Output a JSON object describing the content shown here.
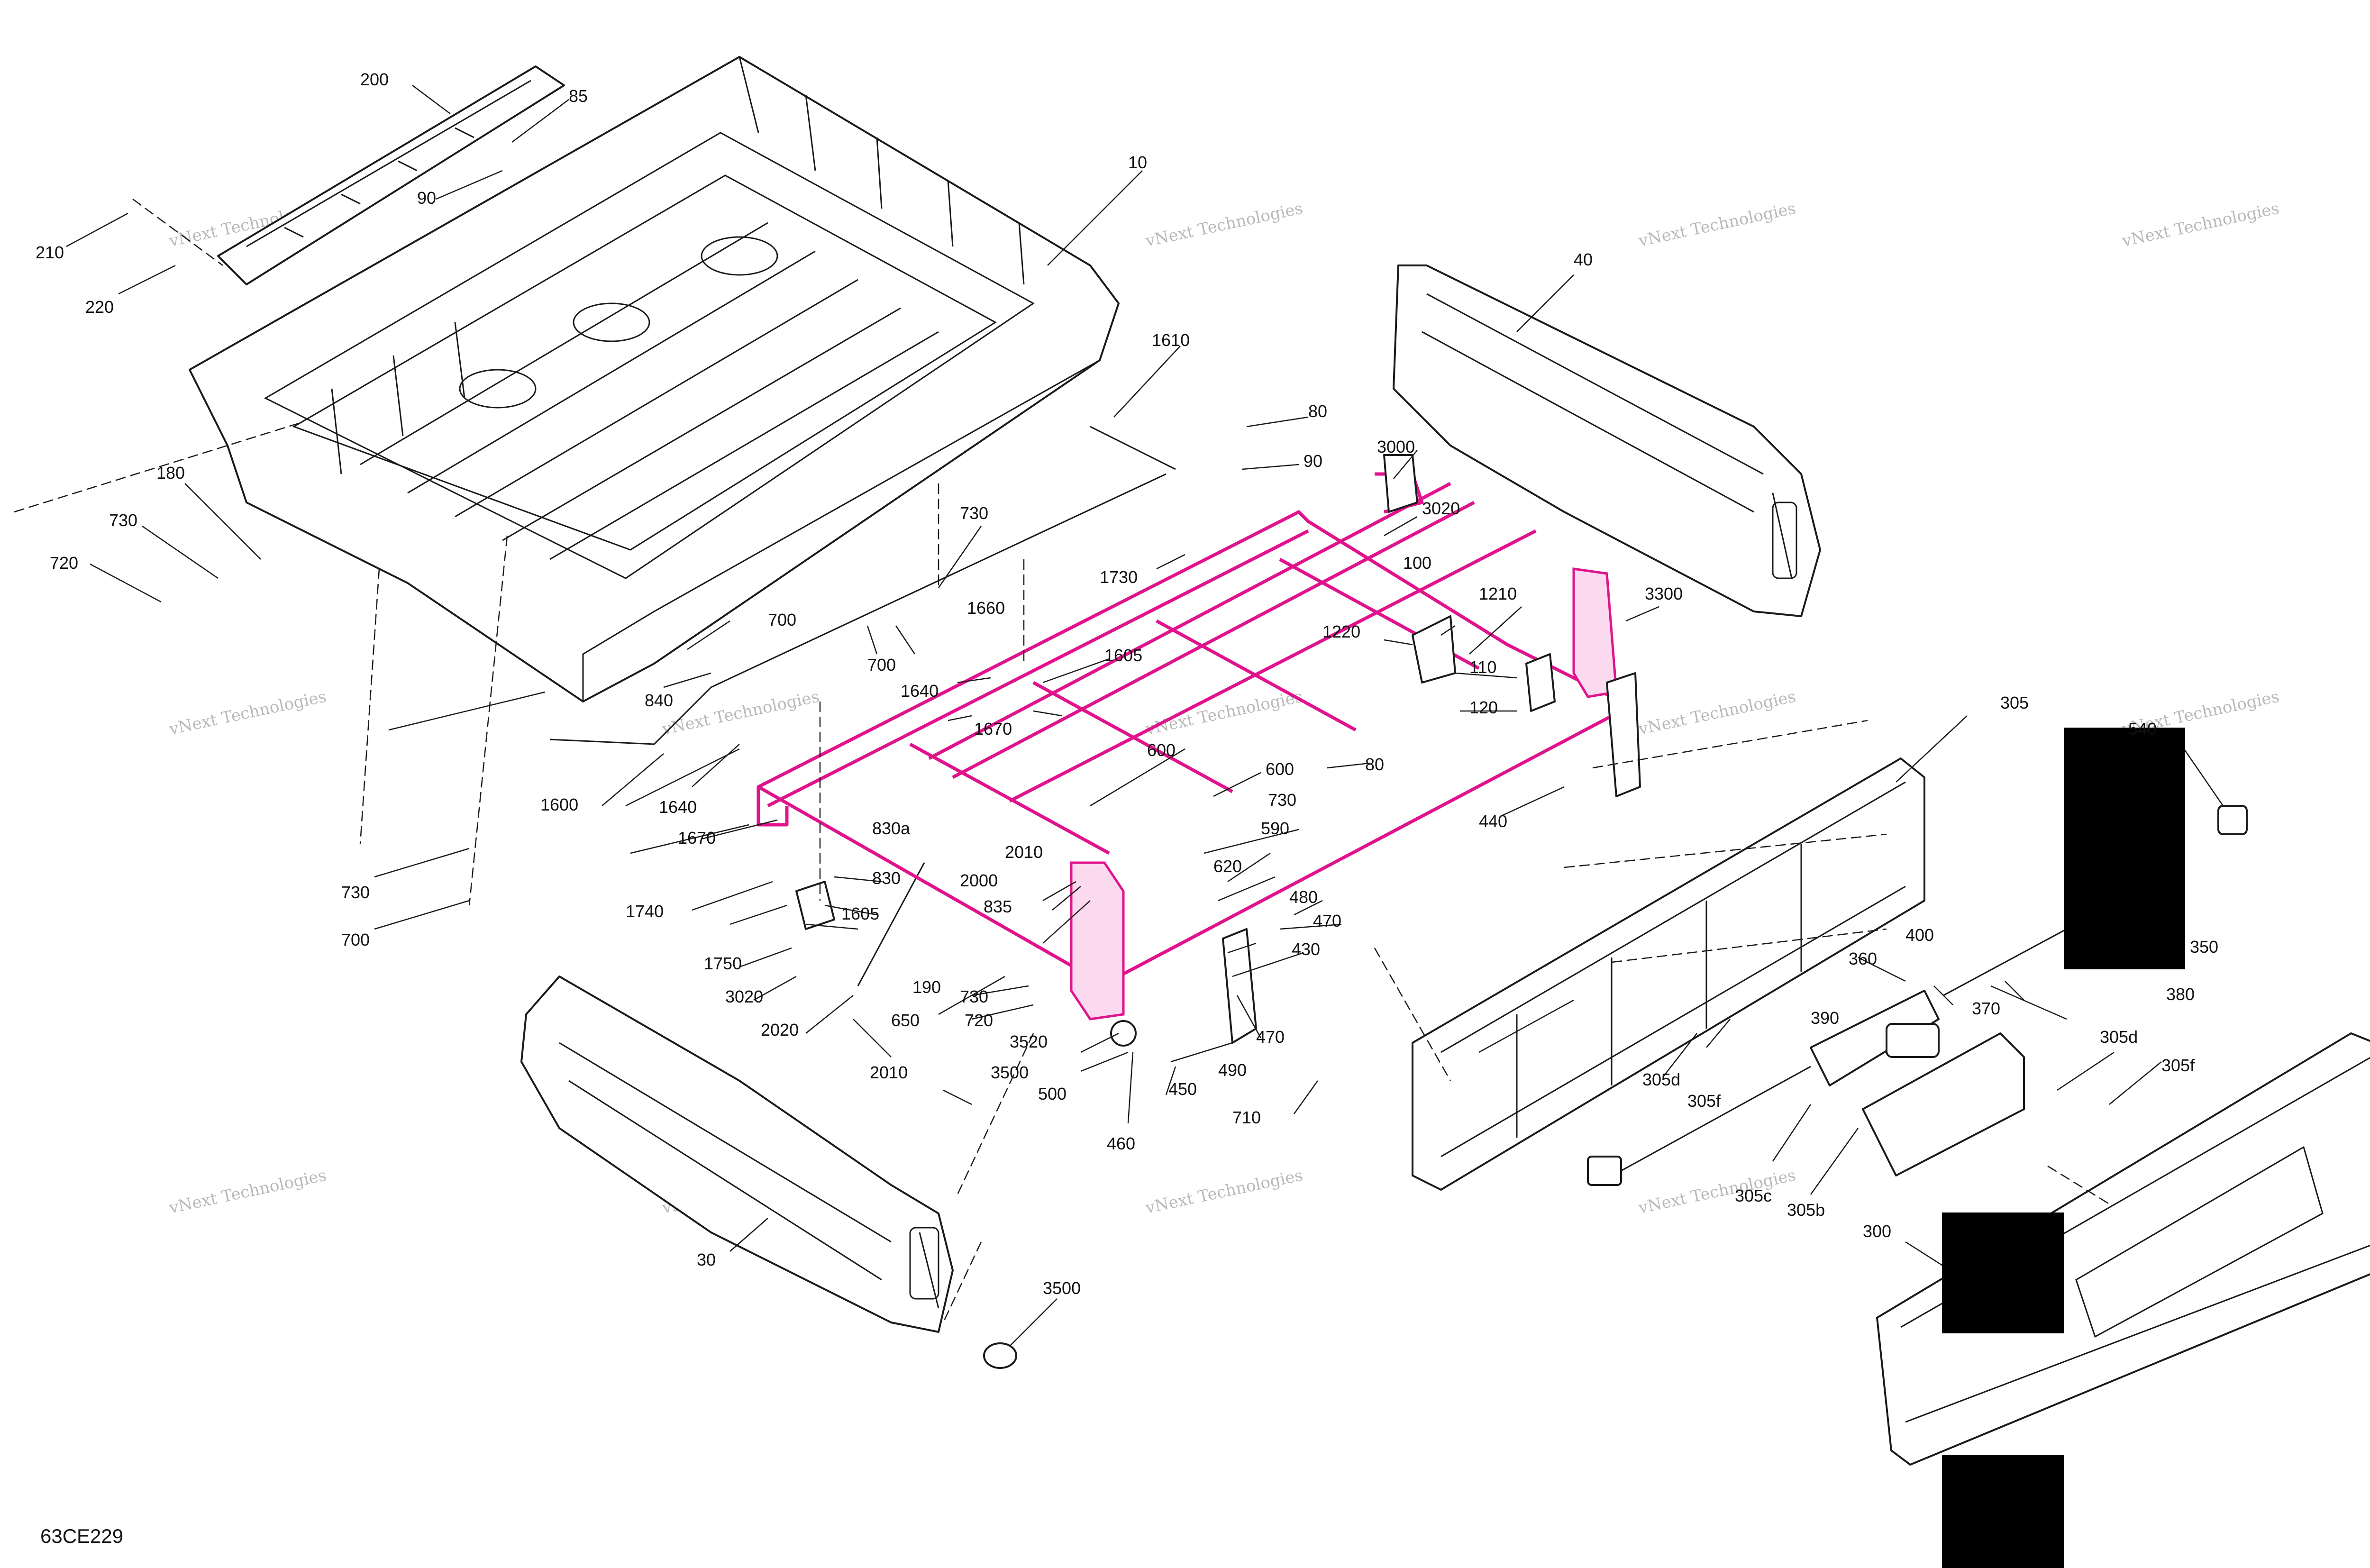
{
  "diagram": {
    "code": "63CE229",
    "watermark": "vNext Technologies",
    "highlight_color": "#e0138c",
    "callouts": [
      {
        "text": "10"
      },
      {
        "text": "30"
      },
      {
        "text": "40"
      },
      {
        "text": "80"
      },
      {
        "text": "80"
      },
      {
        "text": "85"
      },
      {
        "text": "90"
      },
      {
        "text": "90"
      },
      {
        "text": "100"
      },
      {
        "text": "110"
      },
      {
        "text": "120"
      },
      {
        "text": "180"
      },
      {
        "text": "190"
      },
      {
        "text": "200"
      },
      {
        "text": "210"
      },
      {
        "text": "220"
      },
      {
        "text": "300"
      },
      {
        "text": "305"
      },
      {
        "text": "305b"
      },
      {
        "text": "305c"
      },
      {
        "text": "305d"
      },
      {
        "text": "305d"
      },
      {
        "text": "305f"
      },
      {
        "text": "305f"
      },
      {
        "text": "350"
      },
      {
        "text": "360"
      },
      {
        "text": "370"
      },
      {
        "text": "380"
      },
      {
        "text": "390"
      },
      {
        "text": "400"
      },
      {
        "text": "430"
      },
      {
        "text": "440"
      },
      {
        "text": "450"
      },
      {
        "text": "460"
      },
      {
        "text": "470"
      },
      {
        "text": "470"
      },
      {
        "text": "480"
      },
      {
        "text": "490"
      },
      {
        "text": "500"
      },
      {
        "text": "590"
      },
      {
        "text": "600"
      },
      {
        "text": "600"
      },
      {
        "text": "620"
      },
      {
        "text": "650"
      },
      {
        "text": "700"
      },
      {
        "text": "700"
      },
      {
        "text": "700"
      },
      {
        "text": "710"
      },
      {
        "text": "720"
      },
      {
        "text": "720"
      },
      {
        "text": "730"
      },
      {
        "text": "730"
      },
      {
        "text": "730"
      },
      {
        "text": "730"
      },
      {
        "text": "730"
      },
      {
        "text": "830"
      },
      {
        "text": "830a"
      },
      {
        "text": "835"
      },
      {
        "text": "840"
      },
      {
        "text": "1210"
      },
      {
        "text": "1220"
      },
      {
        "text": "1600"
      },
      {
        "text": "1605"
      },
      {
        "text": "1605"
      },
      {
        "text": "1610"
      },
      {
        "text": "1640"
      },
      {
        "text": "1640"
      },
      {
        "text": "1660"
      },
      {
        "text": "1670"
      },
      {
        "text": "1670"
      },
      {
        "text": "1730"
      },
      {
        "text": "1740"
      },
      {
        "text": "1750"
      },
      {
        "text": "2000"
      },
      {
        "text": "2010"
      },
      {
        "text": "2010"
      },
      {
        "text": "2020"
      },
      {
        "text": "3000"
      },
      {
        "text": "3020"
      },
      {
        "text": "3020"
      },
      {
        "text": "3300"
      },
      {
        "text": "3500"
      },
      {
        "text": "3500"
      },
      {
        "text": "3520"
      },
      {
        "text": "540"
      }
    ]
  }
}
